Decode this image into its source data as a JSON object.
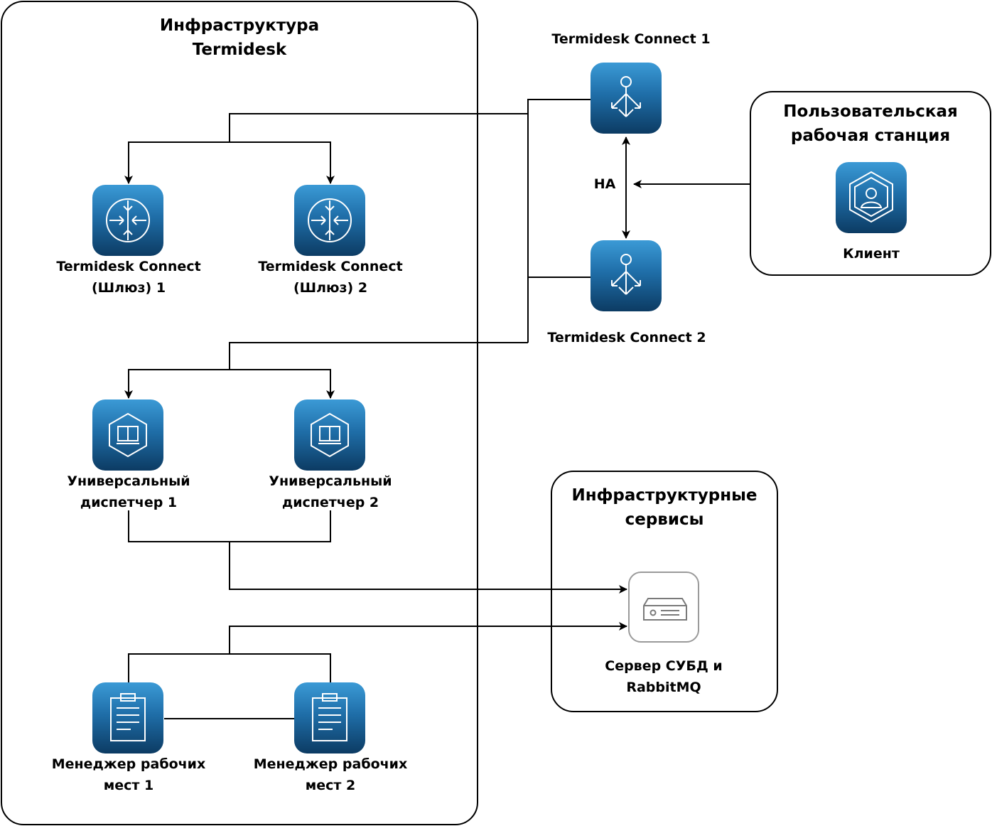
{
  "groups": {
    "infra": {
      "title_line1": "Инфраструктура",
      "title_line2": "Termidesk"
    },
    "workstation": {
      "title_line1": "Пользовательская",
      "title_line2": "рабочая станция"
    },
    "services": {
      "title_line1": "Инфраструктурные",
      "title_line2": "сервисы"
    }
  },
  "nodes": {
    "connect1": {
      "label": "Termidesk Connect 1",
      "icon": "load-balancer-icon"
    },
    "connect2": {
      "label": "Termidesk Connect 2",
      "icon": "load-balancer-icon"
    },
    "gateway1": {
      "line1": "Termidesk Connect",
      "line2": "(Шлюз) 1",
      "icon": "router-icon"
    },
    "gateway2": {
      "line1": "Termidesk Connect",
      "line2": "(Шлюз) 2",
      "icon": "router-icon"
    },
    "dispatcher1": {
      "line1": "Универсальный",
      "line2": "диспетчер 1",
      "icon": "hexagon-window-icon"
    },
    "dispatcher2": {
      "line1": "Универсальный",
      "line2": "диспетчер 2",
      "icon": "hexagon-window-icon"
    },
    "manager1": {
      "line1": "Менеджер рабочих",
      "line2": "мест 1",
      "icon": "clipboard-icon"
    },
    "manager2": {
      "line1": "Менеджер рабочих",
      "line2": "мест 2",
      "icon": "clipboard-icon"
    },
    "client": {
      "label": "Клиент",
      "icon": "user-hexagon-icon"
    },
    "dbserver": {
      "line1": "Сервер СУБД и",
      "line2": "RabbitMQ",
      "icon": "server-icon"
    }
  },
  "edges": {
    "ha_label": "HA"
  },
  "colors": {
    "icon_top": "#3b9ad6",
    "icon_bottom": "#0c3b63",
    "line": "#000000",
    "server_border": "#9a9a9a"
  }
}
